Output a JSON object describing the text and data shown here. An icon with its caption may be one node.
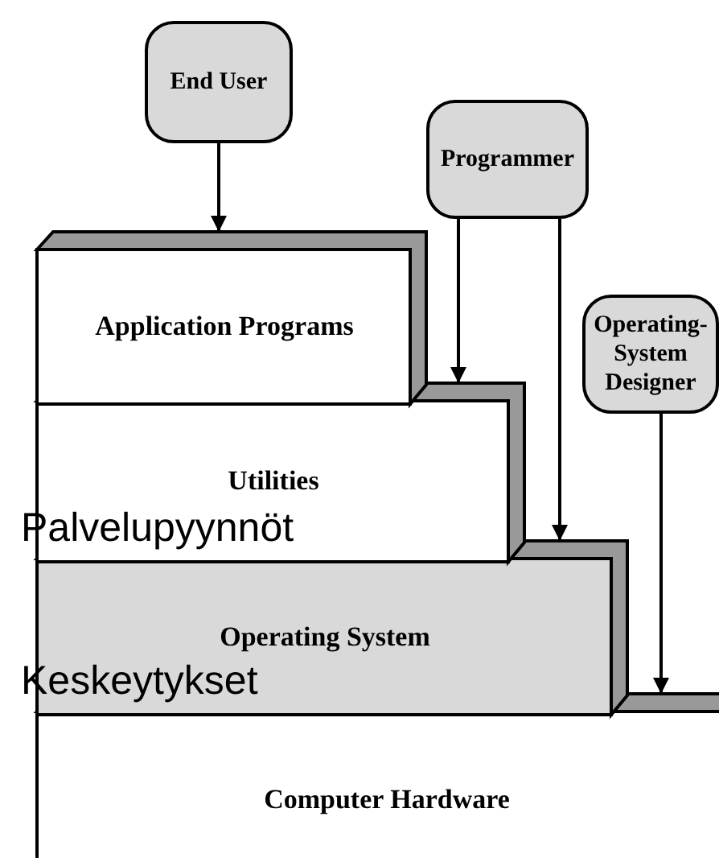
{
  "diagram": {
    "nodes": [
      {
        "text": [
          "End User"
        ]
      },
      {
        "text": [
          "Programmer"
        ]
      },
      {
        "text": [
          "Operating-System Designer"
        ]
      },
      {
        "text": [
          "Application Programs"
        ]
      },
      {
        "text": [
          "Utilities"
        ]
      },
      {
        "text": [
          "Operating System"
        ]
      },
      {
        "text": [
          "Computer Hardware"
        ]
      }
    ],
    "edges": [
      {
        "from": 0,
        "to": 3,
        "arrow": "to"
      },
      {
        "from": 1,
        "to": 4,
        "arrow": "to"
      },
      {
        "from": 1,
        "to": 5,
        "arrow": "to"
      },
      {
        "from": 2,
        "to": 6,
        "arrow": "to"
      }
    ],
    "labels": [
      "Palvelupyynnöt",
      "Keskeytykset"
    ]
  }
}
